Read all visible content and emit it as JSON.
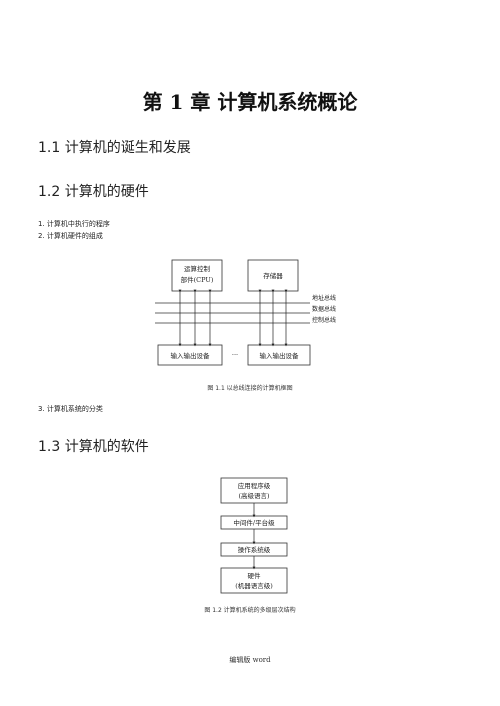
{
  "chapter": {
    "title": "第 1 章  计算机系统概论"
  },
  "sections": [
    {
      "heading": "1.1 计算机的诞生和发展"
    },
    {
      "heading": "1.2 计算机的硬件"
    },
    {
      "heading": "1.3 计算机的软件"
    }
  ],
  "hardware_items": [
    "1. 计算机中执行的程序",
    "2. 计算机硬件的组成",
    "3. 计算机系统的分类"
  ],
  "figure1": {
    "cpu_line1": "运算控制",
    "cpu_line2": "部件(CPU)",
    "memory": "存储器",
    "bus_address": "地址总线",
    "bus_data": "数据总线",
    "bus_control": "控制总线",
    "io_left": "输入输出设备",
    "ellipsis": "···",
    "io_right": "输入输出设备",
    "caption": "图 1.1 以总线连接的计算机框图"
  },
  "figure2": {
    "level1_line1": "应用程序级",
    "level1_line2": "(高级语言)",
    "level2": "中间件/平台级",
    "level3": "操作系统级",
    "level4_line1": "硬件",
    "level4_line2": "(机器语言级)",
    "caption": "图 1.2 计算机系统的多级层次结构"
  },
  "footer": "编辑版 word"
}
